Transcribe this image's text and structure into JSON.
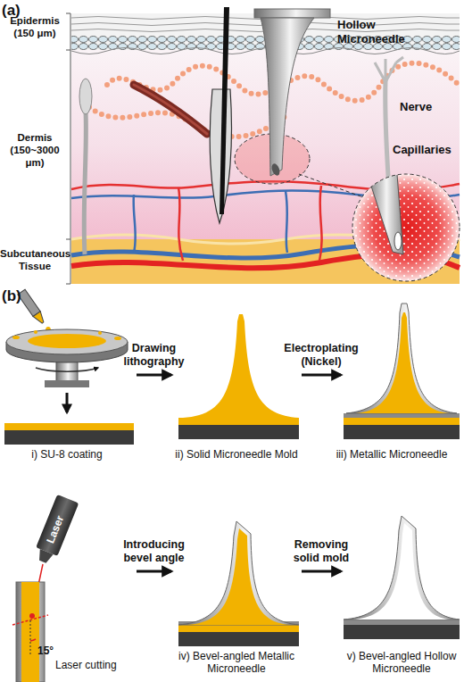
{
  "diagram": {
    "nodes": [
      {
        "text": [
          "i) SU-8 coating"
        ]
      },
      {
        "text": [
          "ii) Solid Microneedle Mold"
        ]
      },
      {
        "text": [
          "iii) Metallic Microneedle"
        ]
      },
      {
        "text": [
          "Laser cutting"
        ]
      },
      {
        "text": [
          "iv) Bevel-angled Metallic Microneedle"
        ]
      },
      {
        "text": [
          "v) Bevel-angled Hollow Microneedle"
        ]
      }
    ],
    "edges": [
      {
        "from": 0,
        "to": 1,
        "arrow": "to",
        "label": "Drawing lithography"
      },
      {
        "from": 1,
        "to": 2,
        "arrow": "to",
        "label": "Electroplating (Nickel)"
      },
      {
        "from": 3,
        "to": 4,
        "arrow": "to",
        "label": "Introducing bevel angle"
      },
      {
        "from": 4,
        "to": 5,
        "arrow": "to",
        "label": "Removing solid mold"
      }
    ],
    "labels": [
      "(a)",
      "Epidermis (150 μm)",
      "Dermis (150~3000 μm)",
      "Subcutaneous Tissue",
      "Hollow Microneedle",
      "Nerve",
      "Capillaries",
      "(b)",
      "Laser",
      "15°"
    ]
  }
}
